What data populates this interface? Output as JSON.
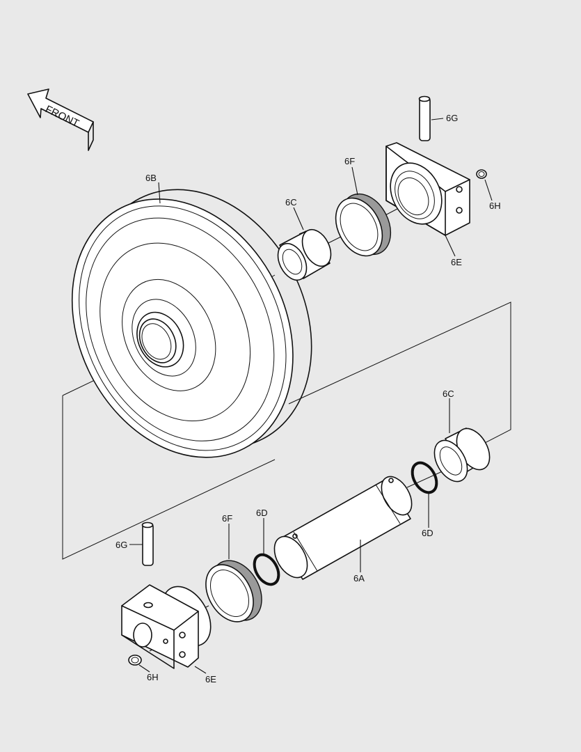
{
  "direction_label": "FRONT",
  "callouts": {
    "part_6A": "6A",
    "part_6B": "6B",
    "part_6C_upper": "6C",
    "part_6C_lower": "6C",
    "part_6D_left": "6D",
    "part_6D_right": "6D",
    "part_6E_upper": "6E",
    "part_6E_lower": "6E",
    "part_6F_upper": "6F",
    "part_6F_lower": "6F",
    "part_6G_upper": "6G",
    "part_6G_lower": "6G",
    "part_6H_upper": "6H",
    "part_6H_lower": "6H"
  },
  "colors": {
    "background": "#e9e9e9",
    "line": "#111111",
    "seal_fill": "#9a9a9a"
  }
}
